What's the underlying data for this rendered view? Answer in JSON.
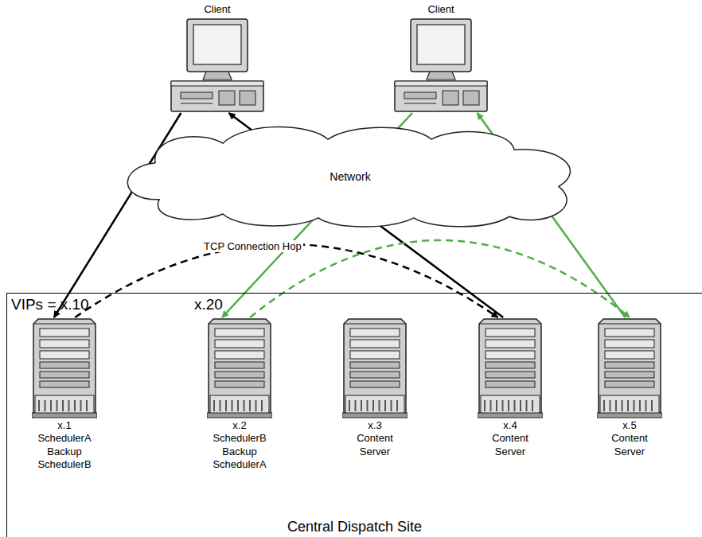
{
  "diagram": {
    "nodes": [
      {
        "text": [
          "Client"
        ]
      },
      {
        "text": [
          "Client"
        ]
      },
      {
        "text": [
          "Network"
        ]
      },
      {
        "text": [
          "Central Dispatch Site"
        ]
      },
      {
        "text": [
          "x.1",
          "SchedulerA Backup SchedulerB"
        ],
        "in": 3
      },
      {
        "text": [
          "x.2",
          "SchedulerB Backup SchedulerA"
        ],
        "in": 3
      },
      {
        "text": [
          "x.3",
          "Content Server"
        ],
        "in": 3
      },
      {
        "text": [
          "x.4",
          "Content Server"
        ],
        "in": 3
      },
      {
        "text": [
          "x.5",
          "Content Server"
        ],
        "in": 3
      }
    ],
    "edges": [
      {
        "from": 0,
        "to": 4,
        "arrow": "to"
      },
      {
        "from": 7,
        "to": 0,
        "arrow": "to"
      },
      {
        "from": 4,
        "to": 7,
        "label": "TCP Connection Hop",
        "arrow": "to"
      },
      {
        "from": 1,
        "to": 5,
        "arrow": "to"
      },
      {
        "from": 8,
        "to": 1,
        "arrow": "to"
      },
      {
        "from": 5,
        "to": 8,
        "arrow": "to"
      }
    ],
    "labels": [
      "VIPs = x.10",
      "x.20"
    ]
  }
}
